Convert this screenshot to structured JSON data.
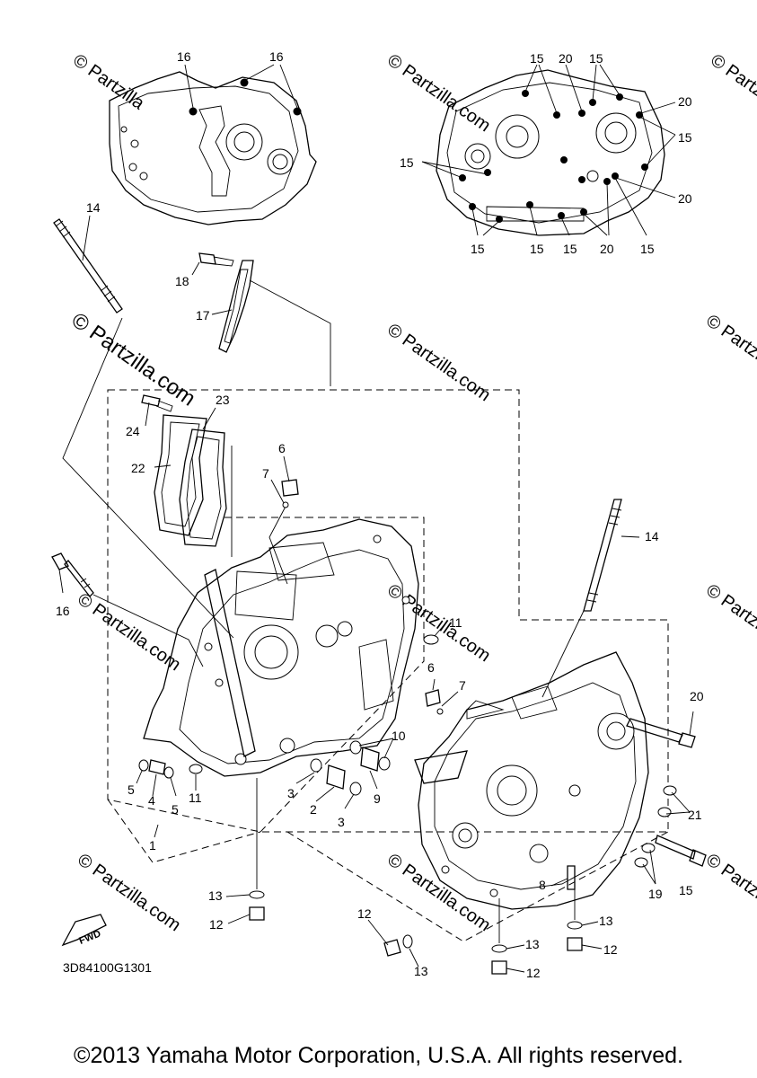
{
  "diagram_code": "3D84100G1301",
  "copyright": "©2013 Yamaha Motor Corporation, U.S.A. All rights reserved.",
  "watermark": "© Partzilla.com",
  "watermark_short": "© Partzilla",
  "fwd_label": "FWD",
  "callouts": {
    "c1": "1",
    "c2": "2",
    "c3": "3",
    "c4": "4",
    "c5": "5",
    "c6": "6",
    "c7": "7",
    "c8": "8",
    "c9": "9",
    "c10": "10",
    "c11": "11",
    "c12": "12",
    "c13": "13",
    "c14": "14",
    "c15": "15",
    "c16": "16",
    "c17": "17",
    "c18": "18",
    "c19": "19",
    "c20": "20",
    "c21": "21",
    "c22": "22",
    "c23": "23",
    "c24": "24"
  }
}
